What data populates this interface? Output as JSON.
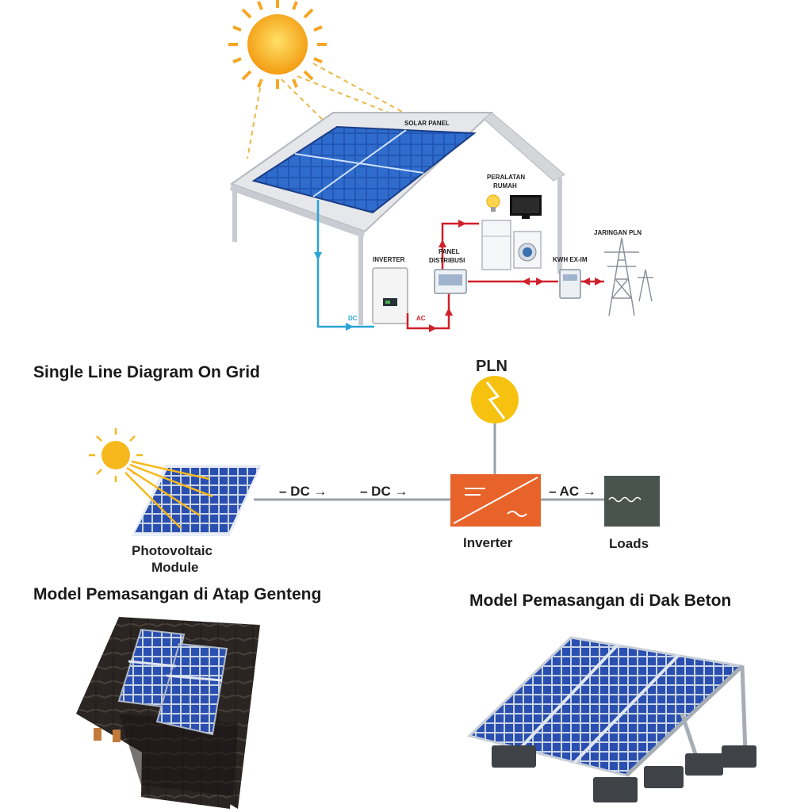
{
  "house_diagram": {
    "solar_panel": "SOLAR PANEL",
    "appliances": [
      "PERALATAN",
      "RUMAH"
    ],
    "grid": "JARINGAN PLN",
    "inverter": "INVERTER",
    "distribution_panel": [
      "PANEL",
      "DISTRIBUSI"
    ],
    "kwh_meter": "KWH EX-IM",
    "dc_label": "DC",
    "ac_label": "AC"
  },
  "single_line": {
    "title": "Single Line Diagram On Grid",
    "pln": "PLN",
    "pv_module": [
      "Photovoltaic",
      "Module"
    ],
    "dc_arrow_1": "– DC →",
    "dc_arrow_2": "– DC →",
    "inverter": "Inverter",
    "ac_arrow": "– AC →",
    "loads": "Loads"
  },
  "installation": {
    "tile_roof_title": "Model Pemasangan di Atap Genteng",
    "concrete_roof_title": "Model Pemasangan di Dak Beton"
  },
  "colors": {
    "dc_line": "#2aa3d6",
    "ac_line": "#d0202a",
    "panel_blue": "#1f4fa8",
    "inverter_orange": "#e8632a",
    "loads_gray": "#4a544e",
    "sun_yellow": "#f6b81c"
  }
}
